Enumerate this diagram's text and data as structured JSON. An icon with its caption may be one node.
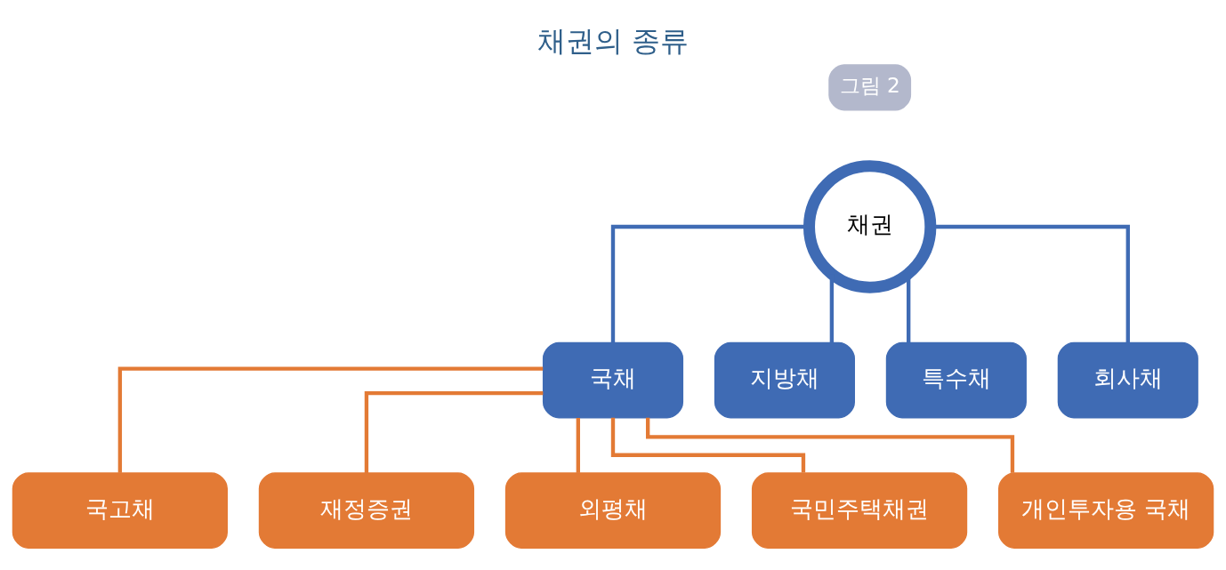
{
  "diagram": {
    "title": "채권의 종류",
    "nodes": [
      {
        "text": [
          "채권"
        ]
      },
      {
        "text": [
          "국채"
        ]
      },
      {
        "text": [
          "지방채"
        ]
      },
      {
        "text": [
          "특수채"
        ]
      },
      {
        "text": [
          "회사채"
        ]
      },
      {
        "text": [
          "국고채"
        ]
      },
      {
        "text": [
          "재정증권"
        ]
      },
      {
        "text": [
          "외평채"
        ]
      },
      {
        "text": [
          "국민주택채권"
        ]
      },
      {
        "text": [
          "개인투자용 국채"
        ]
      }
    ],
    "edges": [
      {
        "from": 0,
        "to": 1,
        "arrow": "none",
        "color": "#3f6bb4"
      },
      {
        "from": 0,
        "to": 2,
        "arrow": "none",
        "color": "#3f6bb4"
      },
      {
        "from": 0,
        "to": 3,
        "arrow": "none",
        "color": "#3f6bb4"
      },
      {
        "from": 0,
        "to": 4,
        "arrow": "none",
        "color": "#3f6bb4"
      },
      {
        "from": 1,
        "to": 5,
        "arrow": "none",
        "color": "#e37a35"
      },
      {
        "from": 1,
        "to": 6,
        "arrow": "none",
        "color": "#e37a35"
      },
      {
        "from": 1,
        "to": 7,
        "arrow": "none",
        "color": "#e37a35"
      },
      {
        "from": 1,
        "to": 8,
        "arrow": "none",
        "color": "#e37a35"
      },
      {
        "from": 1,
        "to": 9,
        "arrow": "none",
        "color": "#e37a35"
      }
    ],
    "labels": [
      "그림 2"
    ]
  }
}
